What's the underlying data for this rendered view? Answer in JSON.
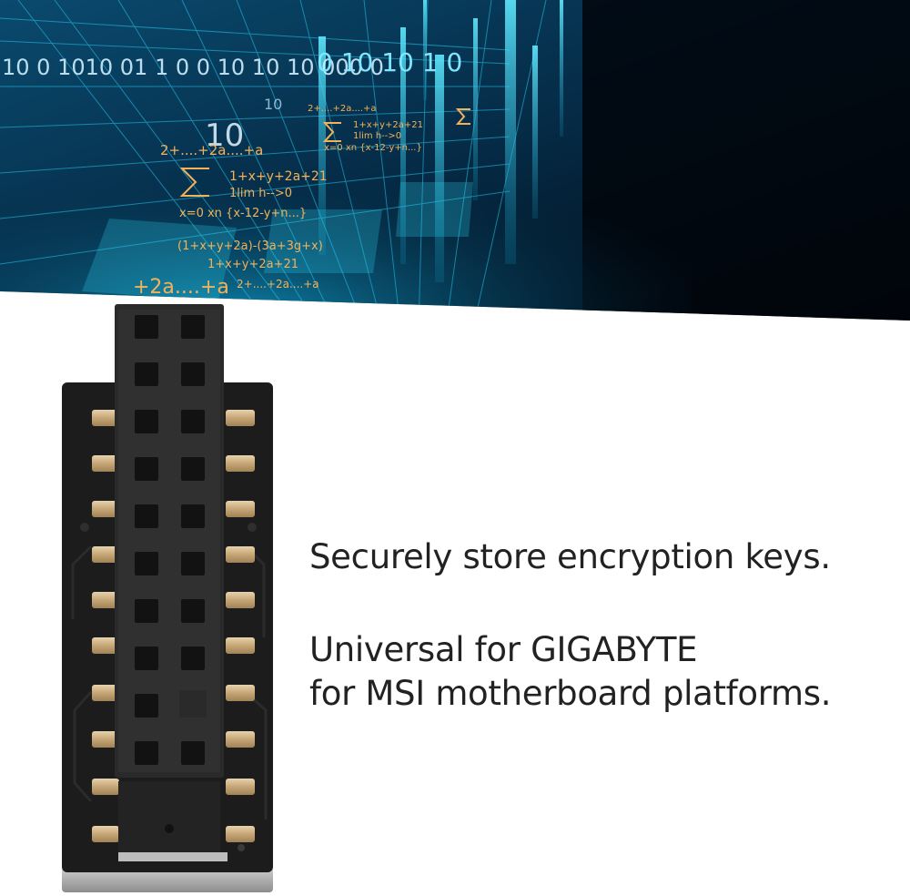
{
  "banner": {
    "binary_text": [
      "10 0 1010 01 1 0 0 10 10 10 000 0",
      "0 10 10 1 0",
      "10",
      "10"
    ],
    "formulas": [
      "2+....+2a....+a",
      "1+x+y+2a+21",
      "1lim h-->0",
      "x=0 xn  {x-12-y+n...}",
      "(1+x+y+2a)-(3a+3g+x)",
      "1+x+y+2a+21",
      "+2a....+a",
      "2+....+2a....+a",
      "2+....+2a....+a",
      "1lim h-->0",
      "1+x+y+2a+21",
      "x=0 xn  {x-12-y+n...}"
    ]
  },
  "caption": {
    "line1": "Securely store encryption keys.",
    "line2": "Universal for GIGABYTE",
    "line3": "for MSI motherboard platforms."
  },
  "colors": {
    "banner_dark": "#020a14",
    "grid_cyan": "#1ecff0",
    "formula_orange": "#f3b25a",
    "pcb_black": "#1b1b1b",
    "gold_pad": "#cdb187"
  },
  "icons": [
    "tpm-module-image",
    "math-grid-background"
  ]
}
